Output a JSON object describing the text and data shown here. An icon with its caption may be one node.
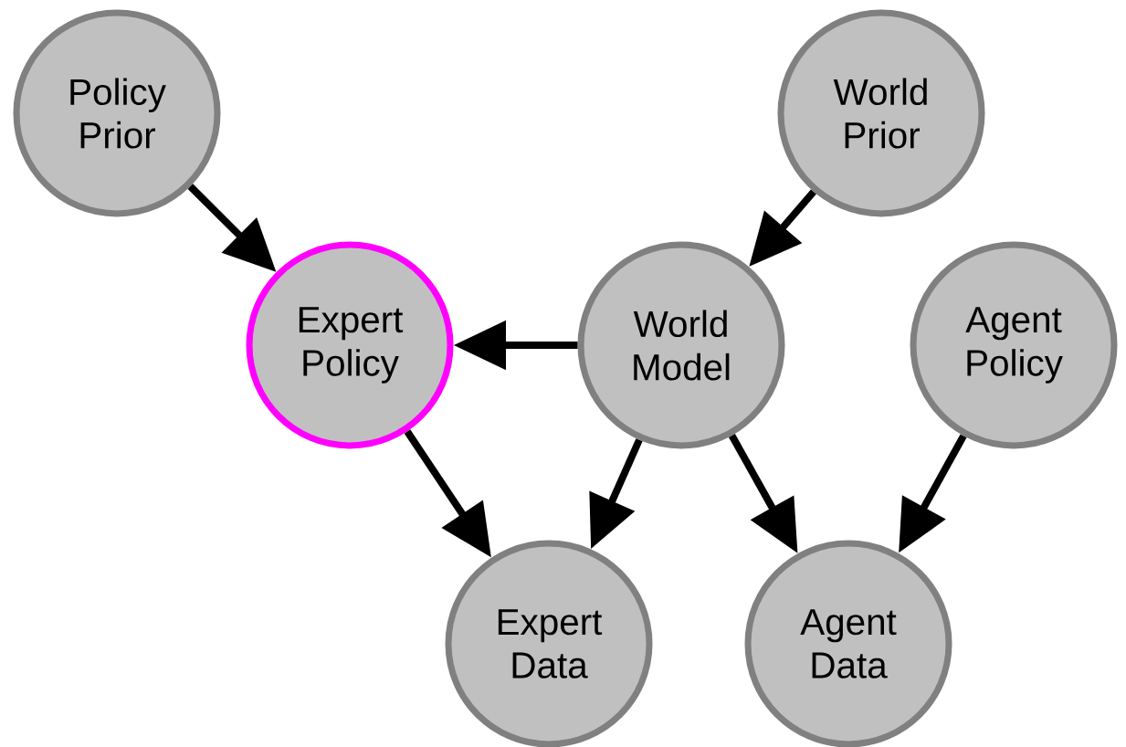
{
  "diagram": {
    "nodes": [
      {
        "text": [
          "Policy Prior"
        ]
      },
      {
        "text": [
          "World Prior"
        ]
      },
      {
        "text": [
          "Expert Policy"
        ]
      },
      {
        "text": [
          "World Model"
        ]
      },
      {
        "text": [
          "Agent Policy"
        ]
      },
      {
        "text": [
          "Expert Data"
        ]
      },
      {
        "text": [
          "Agent Data"
        ]
      }
    ],
    "edges": [
      {
        "from": 0,
        "to": 2,
        "arrow": "to"
      },
      {
        "from": 1,
        "to": 3,
        "arrow": "to"
      },
      {
        "from": 3,
        "to": 2,
        "arrow": "to"
      },
      {
        "from": 2,
        "to": 5,
        "arrow": "to"
      },
      {
        "from": 3,
        "to": 5,
        "arrow": "to"
      },
      {
        "from": 3,
        "to": 6,
        "arrow": "to"
      },
      {
        "from": 4,
        "to": 6,
        "arrow": "to"
      }
    ]
  }
}
